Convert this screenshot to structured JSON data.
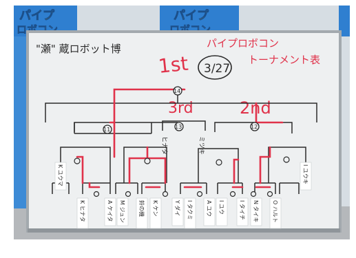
{
  "colors": {
    "board": "#eceff0",
    "frame": "#9ea4aa",
    "wall": "#d8e0e6",
    "floor": "#b6b9bc",
    "ink_black": "#2b2b2b",
    "ink_red": "#e0324a",
    "banner_blue": "#2f7fd0"
  },
  "board": {
    "title_left": "\"瀬\" 蔵ロボット博",
    "title_right_1": "パイプロボコン",
    "title_right_2": "トーナメント表",
    "date": "3/27",
    "label_1st": "1st",
    "label_3rd": "3rd",
    "label_2nd": "2nd"
  },
  "banner": {
    "left_1": "パイプ",
    "left_2": "ロボコン",
    "center_1": "パイプ",
    "center_2": "ロボコン"
  },
  "bracket": {
    "match_final": "14",
    "match_semi_left": "11",
    "match_third_place": "13",
    "match_semi_right": "12",
    "entrants": [
      "K ユウマ",
      "K ヒナタ",
      "A ケイタ",
      "M ジュン",
      "鈴の機",
      "K ケン",
      "Y ダイ",
      "I タクミ",
      "A ユウ",
      "I ユウ",
      "I タイチ",
      "N タイキ",
      "O ハルト",
      "I ユウキ"
    ],
    "third_place_left": "ヒナタ",
    "third_place_right": "ミツキ"
  }
}
